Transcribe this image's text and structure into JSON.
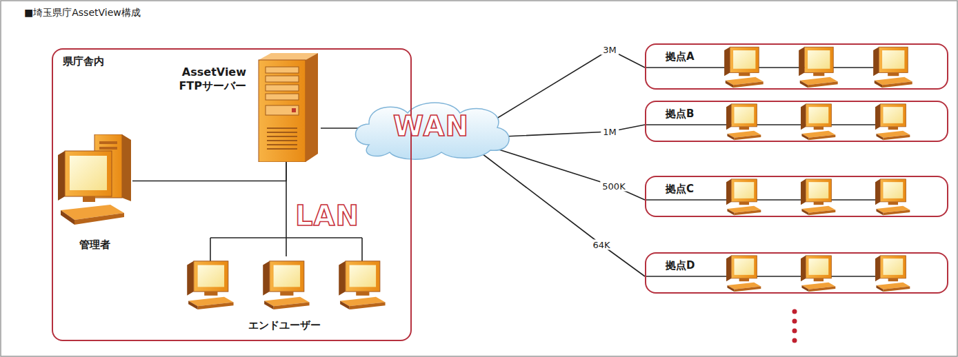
{
  "diagram": {
    "title": "■埼玉県庁AssetView構成",
    "nodes": [
      {
        "text": [
          "県庁舎内"
        ]
      },
      {
        "text": [
          "AssetView FTPサーバー"
        ],
        "in": 0
      },
      {
        "text": [
          "管理者"
        ],
        "in": 0
      },
      {
        "text": [
          "エンドユーザー"
        ],
        "in": 0
      },
      {
        "text": [
          "WAN"
        ]
      },
      {
        "text": [
          "拠点A"
        ]
      },
      {
        "text": [
          "拠点B"
        ]
      },
      {
        "text": [
          "拠点C"
        ]
      },
      {
        "text": [
          "拠点D"
        ]
      }
    ],
    "edges": [
      {
        "from": 1,
        "to": 4,
        "arrow": "none"
      },
      {
        "from": 2,
        "to": 1,
        "arrow": "none"
      },
      {
        "from": 1,
        "to": 3,
        "arrow": "none"
      },
      {
        "from": 4,
        "to": 5,
        "label": "3M",
        "arrow": "none"
      },
      {
        "from": 4,
        "to": 6,
        "label": "1M",
        "arrow": "none"
      },
      {
        "from": 4,
        "to": 7,
        "label": "500K",
        "arrow": "none"
      },
      {
        "from": 4,
        "to": 8,
        "label": "64K",
        "arrow": "none"
      }
    ],
    "labels": [
      "LAN"
    ]
  }
}
